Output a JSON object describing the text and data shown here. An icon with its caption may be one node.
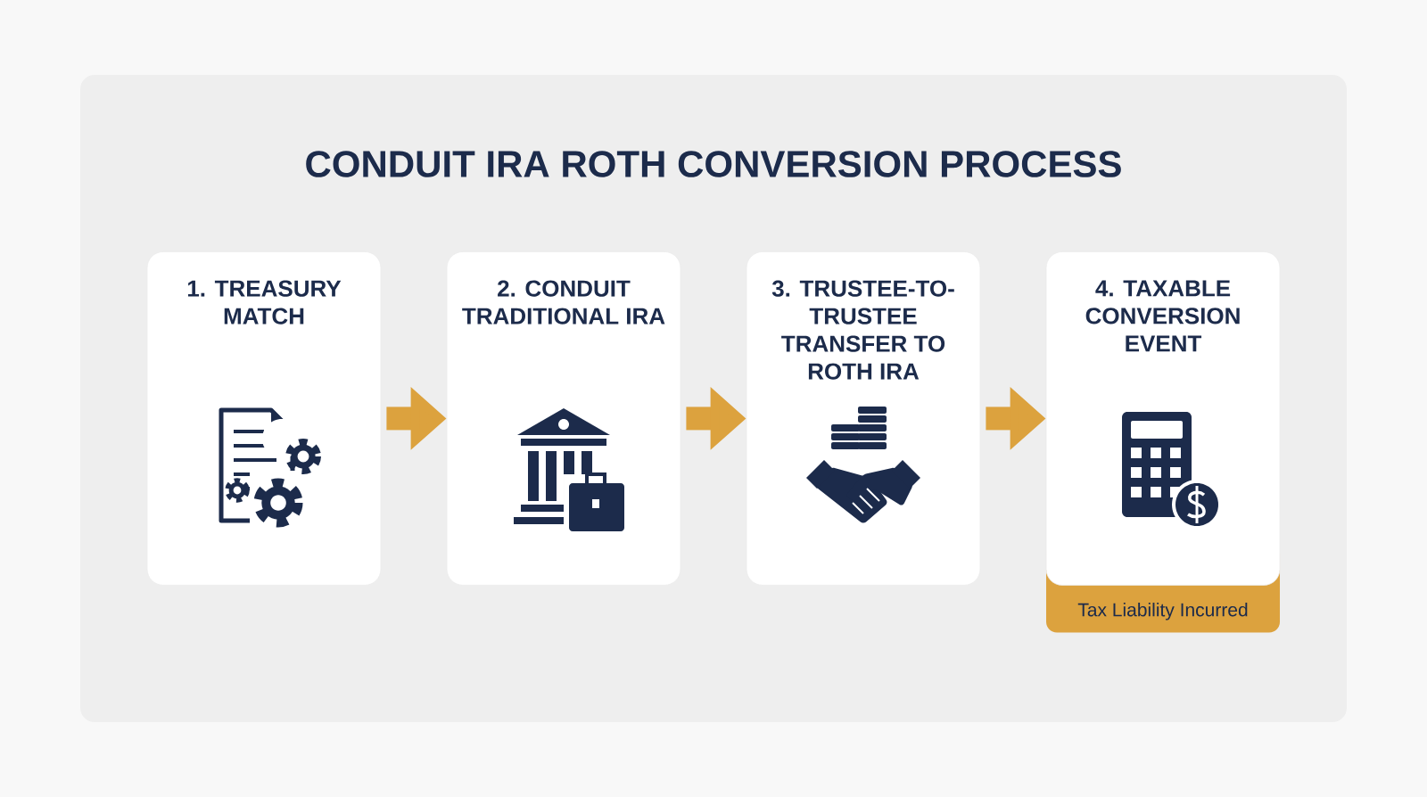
{
  "diagram": {
    "title": "CONDUIT IRA ROTH CONVERSION PROCESS",
    "nodes": [
      {
        "text": [
          "1. TREASURY MATCH"
        ]
      },
      {
        "text": [
          "2. CONDUIT TRADITIONAL IRA"
        ]
      },
      {
        "text": [
          "3. TRUSTEE-TO-TRUSTEE TRANSFER TO ROTH IRA"
        ]
      },
      {
        "text": [
          "4. TAXABLE CONVERSION EVENT"
        ]
      },
      {
        "text": [
          "Tax Liability Incurred"
        ]
      }
    ],
    "edges": [
      {
        "from": 0,
        "to": 1,
        "arrow": "to"
      },
      {
        "from": 1,
        "to": 2,
        "arrow": "to"
      },
      {
        "from": 2,
        "to": 3,
        "arrow": "to"
      }
    ]
  }
}
